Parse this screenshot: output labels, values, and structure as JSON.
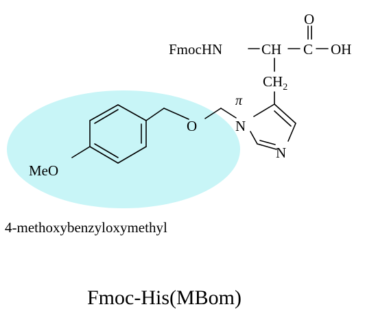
{
  "molecule": {
    "name": "Fmoc-His(MBom)",
    "protecting_group_label": "4-methoxybenzyloxymethyl",
    "highlight_color": "#c8f5f7",
    "atoms": {
      "fmoc_hn": "FmocHN",
      "alpha_ch": "CH",
      "carboxyl_c": "C",
      "carbonyl_o": "O",
      "hydroxyl": "OH",
      "ch2": "CH",
      "ch2_subscript": "2",
      "ether_o": "O",
      "ring_n_pi": "N",
      "ring_n": "N",
      "methoxy": "MeO",
      "pi_label": "π"
    }
  }
}
